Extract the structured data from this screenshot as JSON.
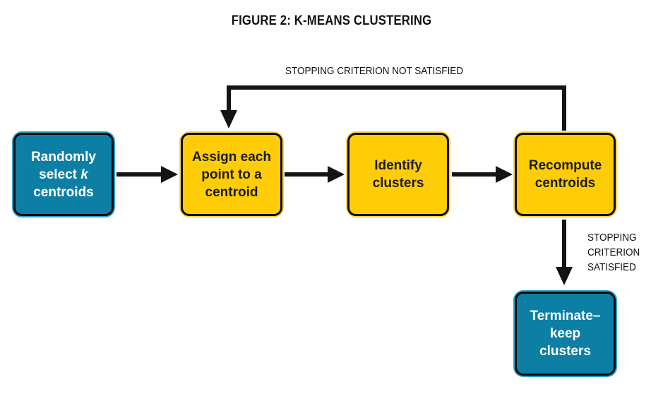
{
  "figure": {
    "title": "FIGURE 2: K-MEANS CLUSTERING"
  },
  "nodes": {
    "randomly_select": {
      "line1": "Randomly",
      "line2_prefix": "select ",
      "line2_var": "k",
      "line3": "centroids"
    },
    "assign": {
      "line1": "Assign each",
      "line2": "point to a",
      "line3": "centroid"
    },
    "identify": {
      "line1": "Identify",
      "line2": "clusters"
    },
    "recompute": {
      "line1": "Recompute",
      "line2": "centroids"
    },
    "terminate": {
      "line1": "Terminate–",
      "line2": "keep",
      "line3": "clusters"
    }
  },
  "edge_labels": {
    "not_satisfied": "STOPPING CRITERION NOT SATISFIED",
    "satisfied_line1": "STOPPING",
    "satisfied_line2": "CRITERION",
    "satisfied_line3": "SATISFIED"
  },
  "colors": {
    "teal": "#0e7fa4",
    "yellow": "#fecd07",
    "arrow": "#141414"
  }
}
